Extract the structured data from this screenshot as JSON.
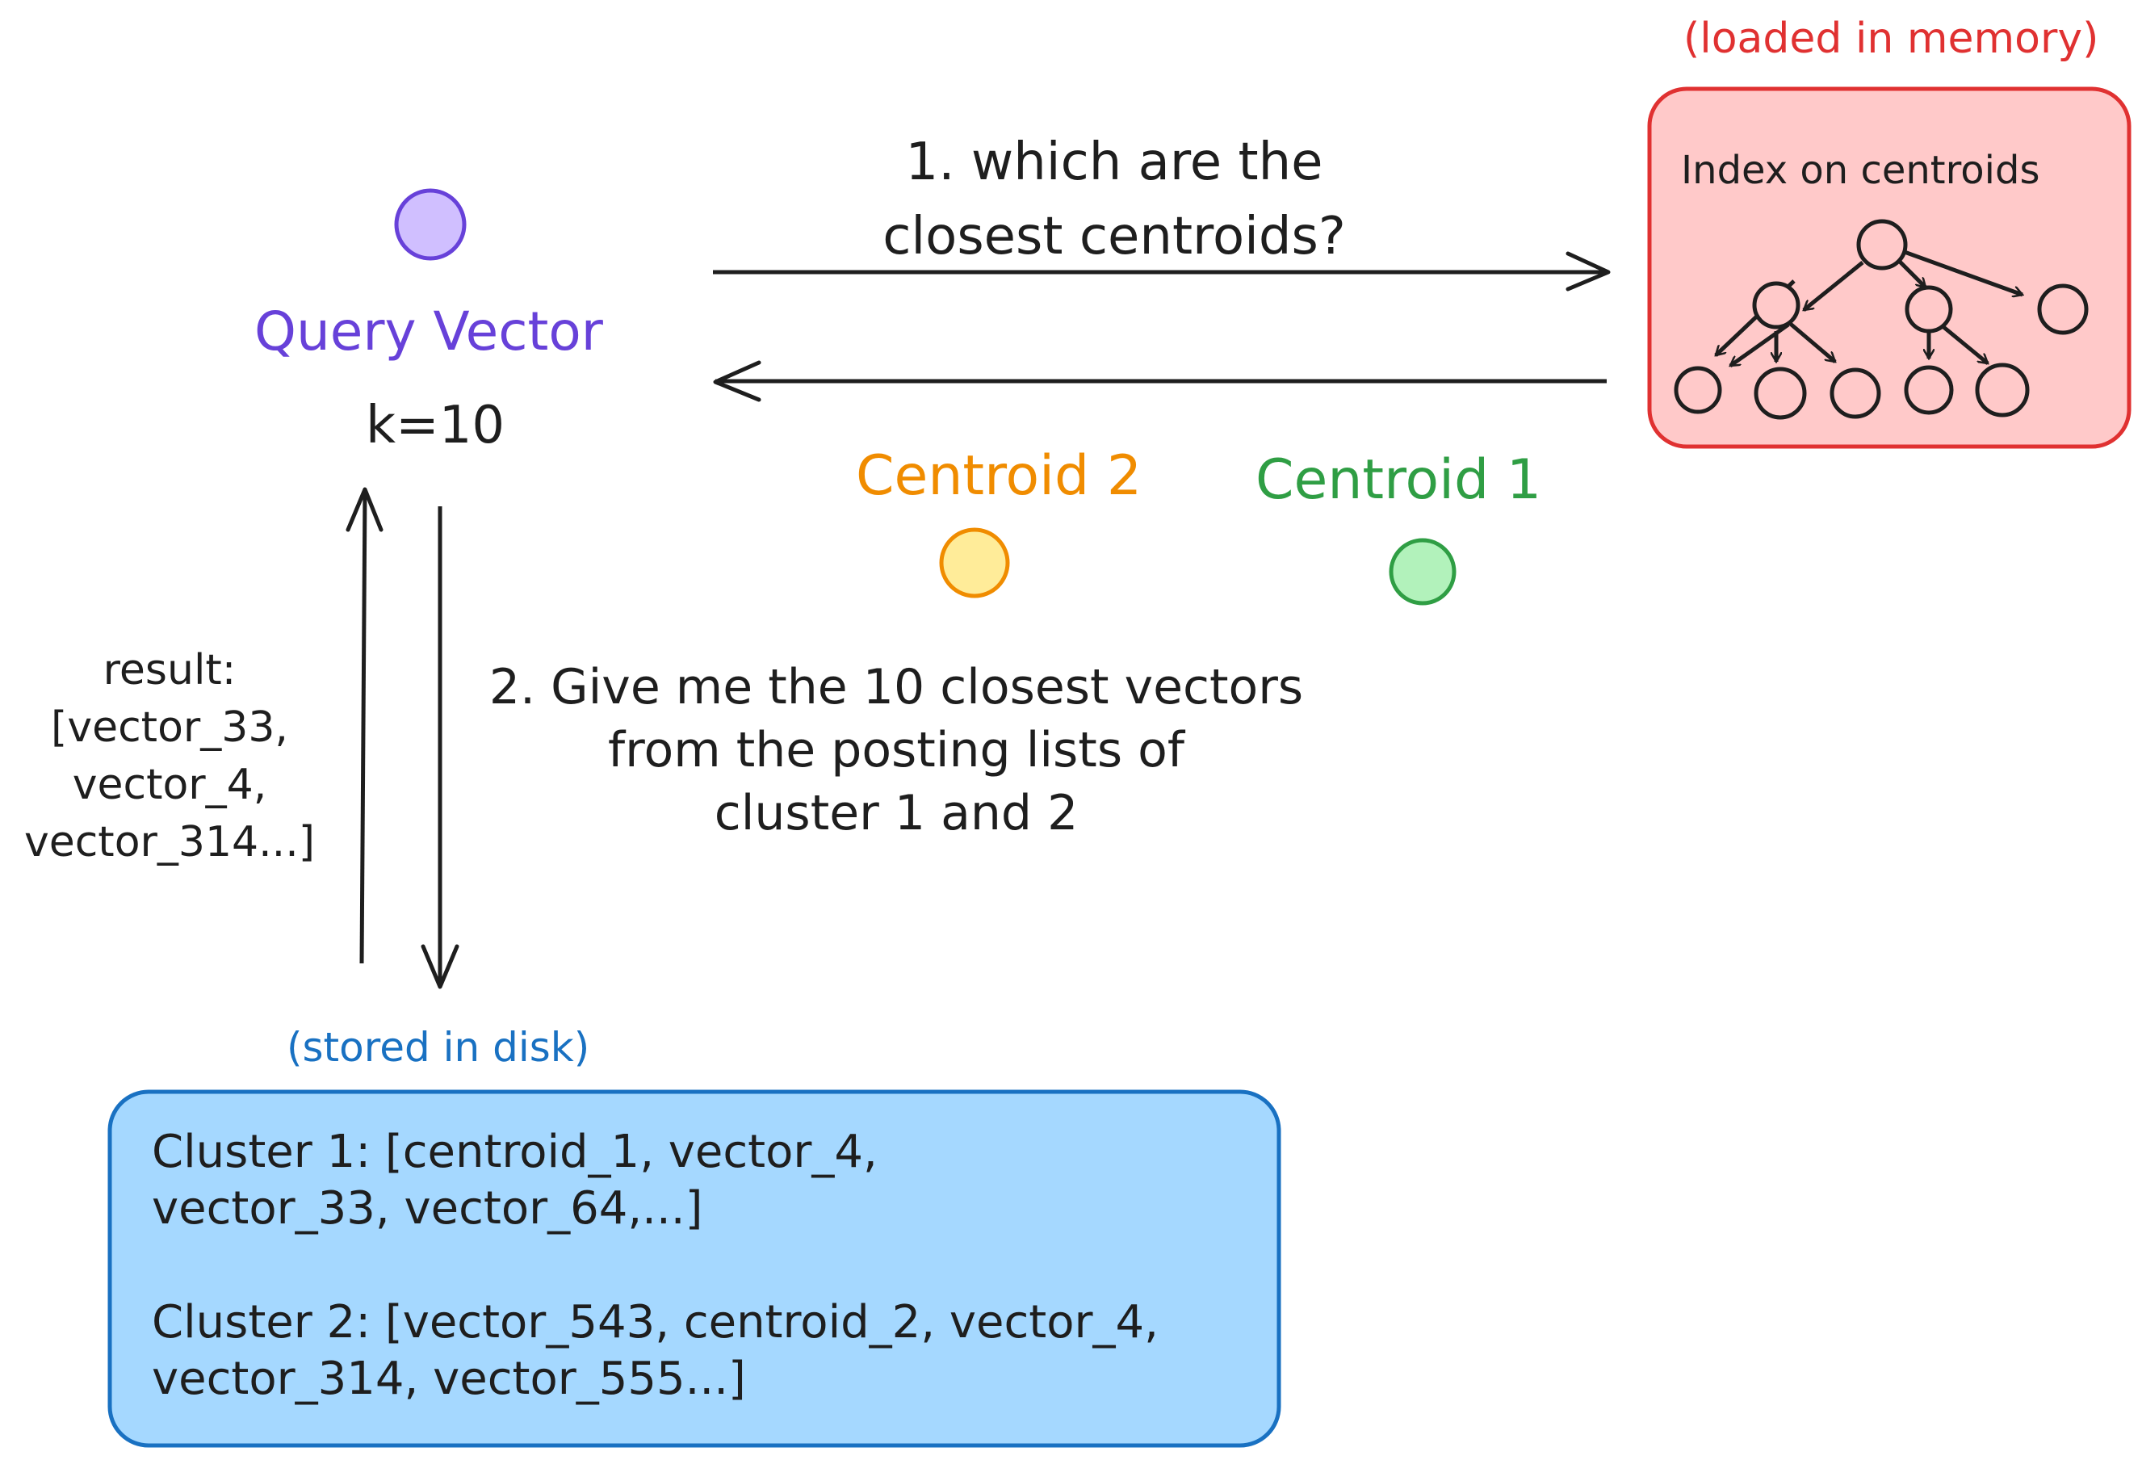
{
  "memory_label": "(loaded in memory)",
  "index_box": {
    "title": "Index on centroids",
    "fill": "#ffc9c9",
    "stroke": "#e03131"
  },
  "query": {
    "label": "Query Vector",
    "k_label": "k=10",
    "fill": "#d0bfff",
    "stroke": "#6741d9"
  },
  "step1": {
    "line1": "1. which are the",
    "line2": "closest centroids?"
  },
  "centroids": {
    "centroid2": {
      "label": "Centroid 2",
      "fill": "#ffec99",
      "stroke": "#f08c00"
    },
    "centroid1": {
      "label": "Centroid 1",
      "fill": "#b2f2bb",
      "stroke": "#2f9e44"
    }
  },
  "result": {
    "lines": [
      "result:",
      "[vector_33,",
      "vector_4,",
      "vector_314...]"
    ]
  },
  "step2": {
    "lines": [
      "2. Give me the 10 closest vectors",
      "from the posting lists of",
      "cluster 1 and 2"
    ]
  },
  "disk_label": "(stored in disk)",
  "clusters_box": {
    "fill": "#a5d8ff",
    "stroke": "#1971c2",
    "cluster1": "Cluster 1: [centroid_1, vector_4,\nvector_33, vector_64,...]",
    "cluster2": "Cluster 2: [vector_543, centroid_2, vector_4,\nvector_314, vector_555...]"
  }
}
